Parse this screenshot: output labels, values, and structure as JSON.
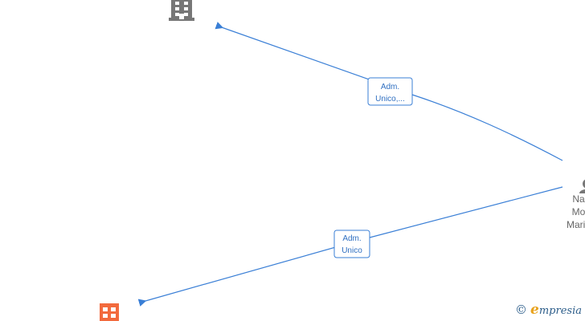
{
  "nodes": {
    "company_top": {
      "icon": "building-icon",
      "color": "#777777"
    },
    "company_bottom": {
      "icon": "building-icon",
      "color": "#f26a3d"
    },
    "person": {
      "icon": "person-icon",
      "color": "#777777",
      "lines": [
        "Na",
        "Mo",
        "Maria"
      ]
    }
  },
  "edges": [
    {
      "id": "edge-to-top",
      "label_lines": [
        "Adm.",
        "Unico,..."
      ]
    },
    {
      "id": "edge-to-bottom",
      "label_lines": [
        "Adm.",
        "Unico"
      ]
    }
  ],
  "footer": {
    "copyright": "©",
    "brand_initial": "e",
    "brand_rest": "mpresia"
  },
  "colors": {
    "edge": "#3a7fd6",
    "label_text": "#2f6fc1"
  }
}
